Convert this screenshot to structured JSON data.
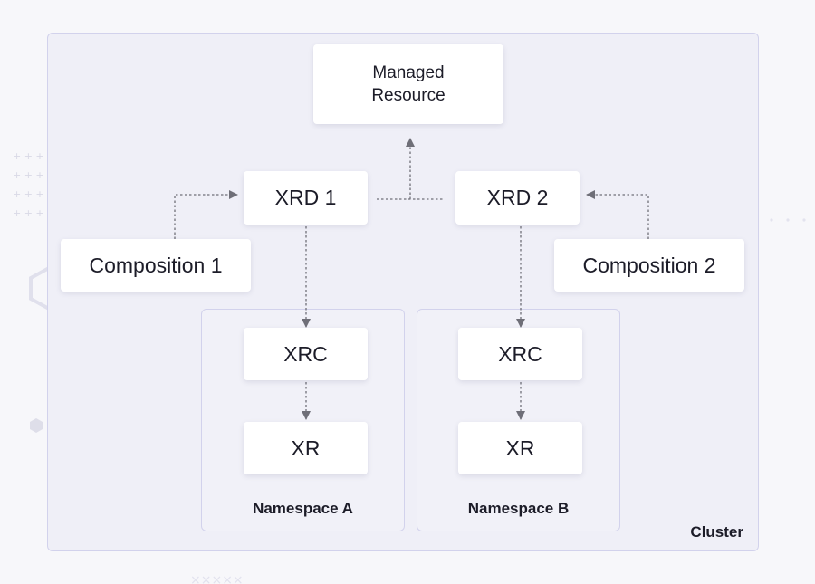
{
  "diagram": {
    "cluster_label": "Cluster",
    "nodes": {
      "managed_resource": "Managed\nResource",
      "xrd1": "XRD 1",
      "xrd2": "XRD 2",
      "composition1": "Composition 1",
      "composition2": "Composition 2",
      "xrc_a": "XRC",
      "xr_a": "XR",
      "xrc_b": "XRC",
      "xr_b": "XR"
    },
    "namespaces": {
      "a": "Namespace A",
      "b": "Namespace B"
    },
    "colors": {
      "background": "#f7f7fa",
      "container_fill": "#efeff7",
      "container_border": "#d2d2ec",
      "node_fill": "#ffffff",
      "connector": "#6f6f78"
    }
  }
}
